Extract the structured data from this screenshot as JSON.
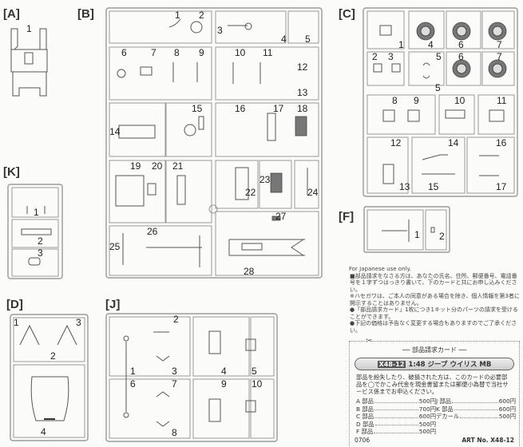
{
  "sprues": {
    "A": {
      "label": "[A]",
      "parts": [
        "1"
      ]
    },
    "B": {
      "label": "[B]",
      "parts": [
        "1",
        "2",
        "3",
        "4",
        "5",
        "6",
        "7",
        "8",
        "9",
        "10",
        "11",
        "12",
        "13",
        "14",
        "15",
        "16",
        "17",
        "18",
        "19",
        "20",
        "21",
        "22",
        "23",
        "24",
        "25",
        "26",
        "27",
        "28"
      ]
    },
    "C": {
      "label": "[C]",
      "parts": [
        "1",
        "4",
        "6",
        "7",
        "2",
        "3",
        "5",
        "6",
        "7",
        "5",
        "8",
        "9",
        "10",
        "11",
        "12",
        "14",
        "16",
        "13",
        "15",
        "17"
      ]
    },
    "K": {
      "label": "[K]",
      "parts": [
        "1",
        "2",
        "3"
      ]
    },
    "F": {
      "label": "[F]",
      "parts": [
        "1",
        "2"
      ]
    },
    "D": {
      "label": "[D]",
      "parts": [
        "1",
        "3",
        "2",
        "4"
      ]
    },
    "J": {
      "label": "[J]",
      "parts": [
        "2",
        "1",
        "3",
        "4",
        "5",
        "6",
        "7",
        "9",
        "10",
        "8"
      ]
    }
  },
  "notes": {
    "japan_only": "For Japanese use only.",
    "lines": [
      "■部品請求をなさる方は、あなたの氏名、住所、郵便番号、電話番号を１字ずつはっきり書いて、下のカードと共にお申し込みください。",
      "※ハセガワは、ご本人の同意がある場合を除き、個人情報を第3者に開示することはありません。",
      "●「部品請求カード」1枚につき1キット分のパーツの請求を受けることができます。",
      "●下記の価格は予告なく変更する場合もありますのでご了承ください。"
    ]
  },
  "card": {
    "title": "── 部品請求カード ──",
    "kit_code": "X48-12",
    "kit_name": "1:48 ジープ ウイリス MB",
    "body": "部品を紛失したり、破損された方は、このカードの必要部品を◯でかこみ代金を現金書留または郵便小為替で当社サービス係までお申込ください。",
    "prices": [
      {
        "part": "A 部品",
        "price": "500円"
      },
      {
        "part": "J 部品",
        "price": "600円"
      },
      {
        "part": "B 部品",
        "price": "700円"
      },
      {
        "part": "K 部品",
        "price": "600円"
      },
      {
        "part": "C 部品",
        "price": "600円"
      },
      {
        "part": "デカール",
        "price": "500円"
      },
      {
        "part": "D 部品",
        "price": "500円"
      },
      {
        "part": "",
        "price": ""
      },
      {
        "part": "F 部品",
        "price": "500円"
      }
    ],
    "code": "0706",
    "art_no": "ART No. X48-12"
  }
}
